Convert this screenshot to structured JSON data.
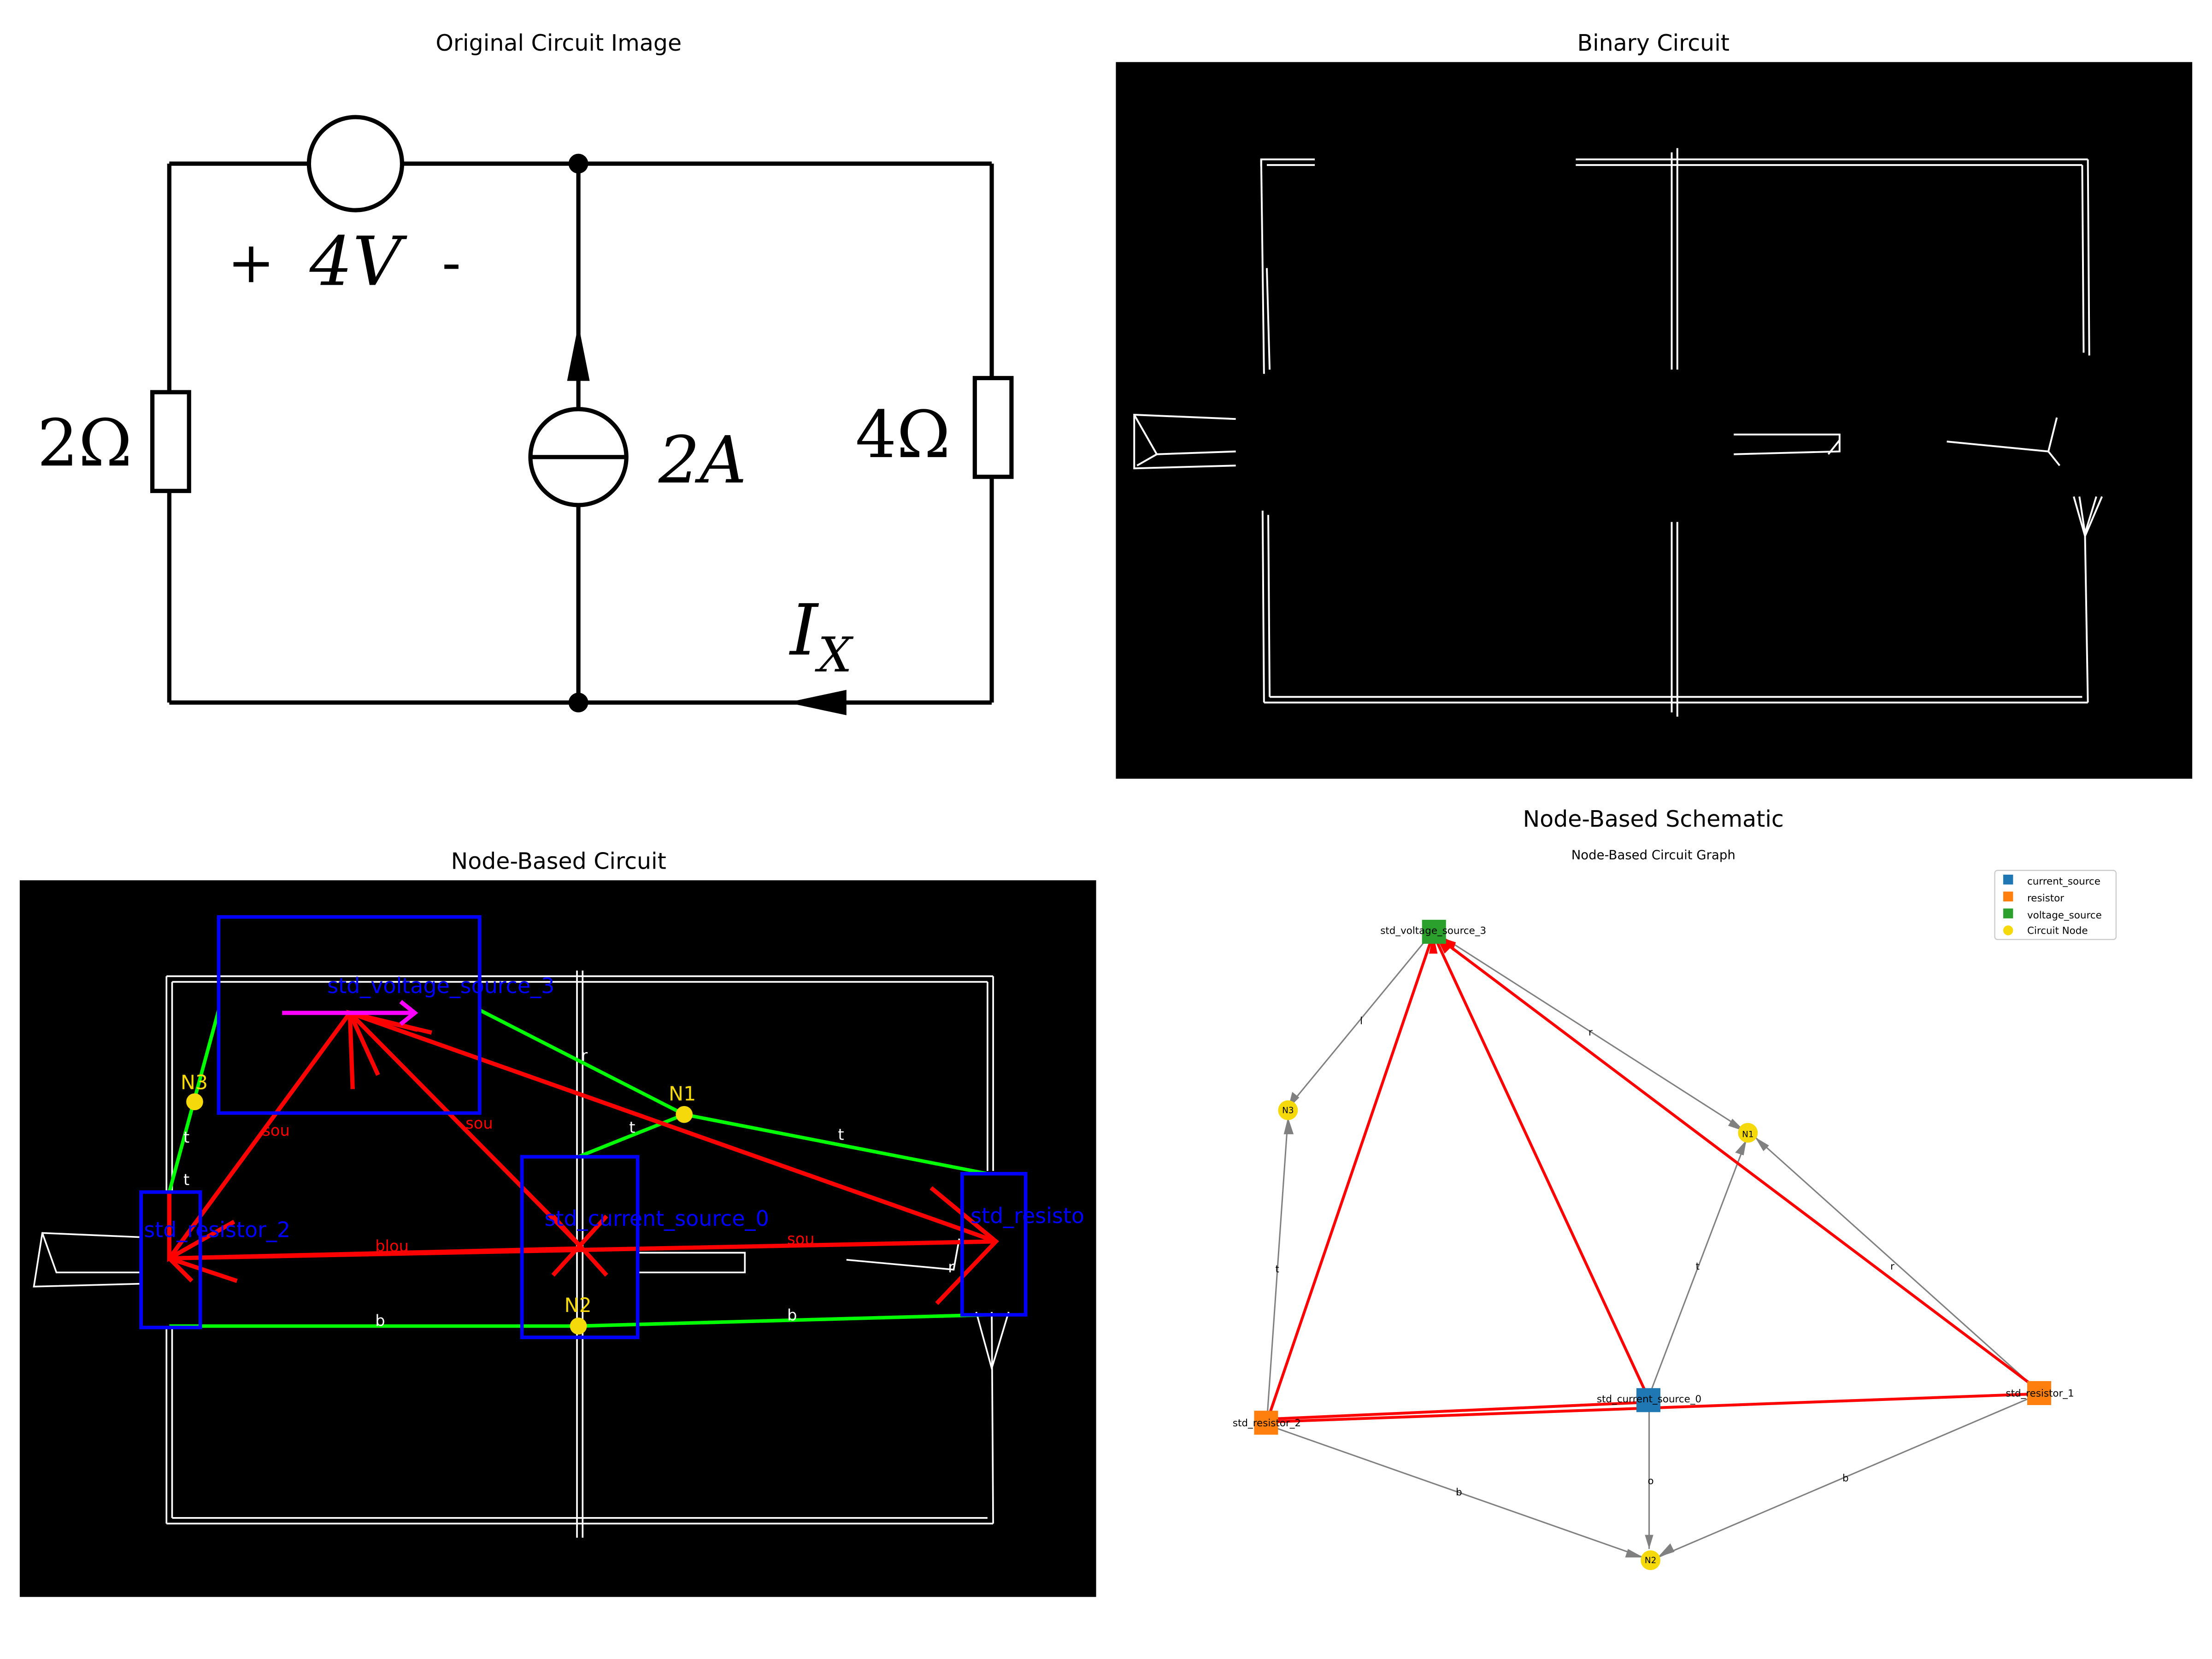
{
  "panels": {
    "original": {
      "title": "Original Circuit Image"
    },
    "binary": {
      "title": "Binary Circuit"
    },
    "node_based": {
      "title": "Node-Based Circuit"
    },
    "schematic": {
      "title": "Node-Based Schematic",
      "subtitle": "Node-Based Circuit Graph"
    }
  },
  "circuit_labels": {
    "voltage_source": "+ 4V -",
    "v_plus": "+",
    "v_value": "4V",
    "v_minus": "-",
    "resistor_left": "2Ω",
    "current_source": "2A",
    "resistor_right": "4Ω",
    "current_symbol": "I",
    "current_subscript": "X"
  },
  "node_based_labels": {
    "components": [
      "std_voltage_source_3",
      "std_resistor_2",
      "std_current_source_0",
      "std_resisto"
    ],
    "nodes": [
      "N3",
      "N1",
      "N2"
    ],
    "edge_labels": [
      "sou",
      "sou",
      "blou",
      "sou",
      "t",
      "t",
      "t",
      "r",
      "t",
      "b",
      "b",
      "r"
    ]
  },
  "schematic": {
    "nodes": [
      {
        "id": "std_voltage_source_3",
        "type": "voltage_source"
      },
      {
        "id": "N3",
        "type": "circuit_node"
      },
      {
        "id": "N1",
        "type": "circuit_node"
      },
      {
        "id": "std_resistor_2",
        "type": "resistor"
      },
      {
        "id": "std_current_source_0",
        "type": "current_source"
      },
      {
        "id": "std_resistor_1",
        "type": "resistor"
      },
      {
        "id": "N2",
        "type": "circuit_node"
      }
    ],
    "edge_labels": [
      "l",
      "r",
      "t",
      "t",
      "r",
      "b",
      "b",
      "o"
    ],
    "legend": [
      {
        "label": "current_source",
        "color": "#1f77b4",
        "shape": "square"
      },
      {
        "label": "resistor",
        "color": "#ff7f0e",
        "shape": "square"
      },
      {
        "label": "voltage_source",
        "color": "#2ca02c",
        "shape": "square"
      },
      {
        "label": "Circuit Node",
        "color": "#f5d90a",
        "shape": "circle"
      }
    ]
  },
  "colors": {
    "wire_red": "#ff0000",
    "wire_green": "#00ff00",
    "box_blue": "#0000ff",
    "node_yellow": "#f5d90a",
    "arrow_magenta": "#ff00ff",
    "edge_gray": "#808080"
  }
}
